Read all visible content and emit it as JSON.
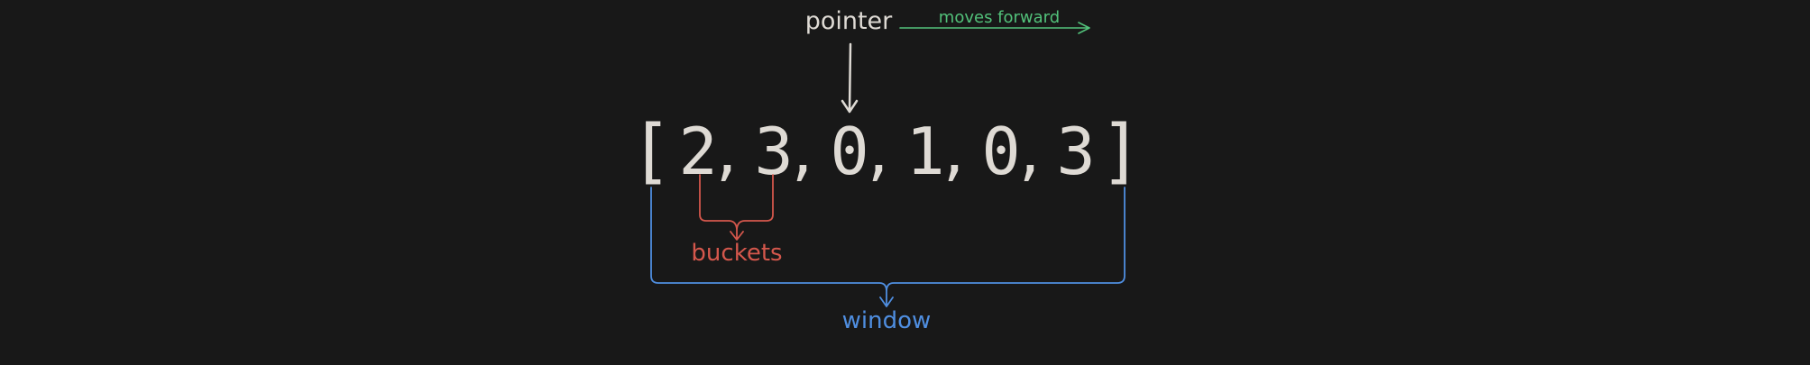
{
  "pointer": {
    "label": "pointer",
    "direction_label": "moves forward"
  },
  "array": {
    "open_bracket": "[",
    "close_bracket": "]",
    "elements": [
      "2",
      "3",
      "0",
      "1",
      "0",
      "3"
    ],
    "separator": ","
  },
  "buckets": {
    "label": "buckets"
  },
  "window": {
    "label": "window"
  },
  "colors": {
    "background": "#181818",
    "text": "#dedad4",
    "direction": "#52c17a",
    "buckets": "#d4574c",
    "window": "#4f8ee0"
  }
}
